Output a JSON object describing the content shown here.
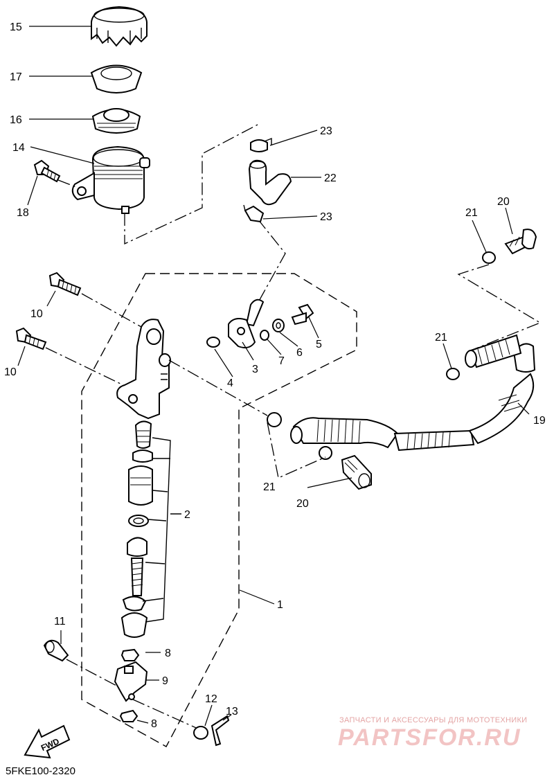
{
  "diagram": {
    "code": "5FKE100-2320",
    "fwd_label": "FWD",
    "callouts": {
      "c1": "1",
      "c2": "2",
      "c3": "3",
      "c4": "4",
      "c5": "5",
      "c6": "6",
      "c7": "7",
      "c8a": "8",
      "c8b": "8",
      "c9": "9",
      "c10a": "10",
      "c10b": "10",
      "c11": "11",
      "c12": "12",
      "c13": "13",
      "c14": "14",
      "c15": "15",
      "c16": "16",
      "c17": "17",
      "c18": "18",
      "c19": "19",
      "c20a": "20",
      "c20b": "20",
      "c21a": "21",
      "c21b": "21",
      "c21c": "21",
      "c22": "22",
      "c23a": "23",
      "c23b": "23"
    }
  },
  "watermark": {
    "tagline": "ЗАПЧАСТИ И АКСЕССУАРЫ ДЛЯ МОТОТЕХНИКИ",
    "brand": "PARTSFOR.RU",
    "color": "#f2c4c4"
  }
}
